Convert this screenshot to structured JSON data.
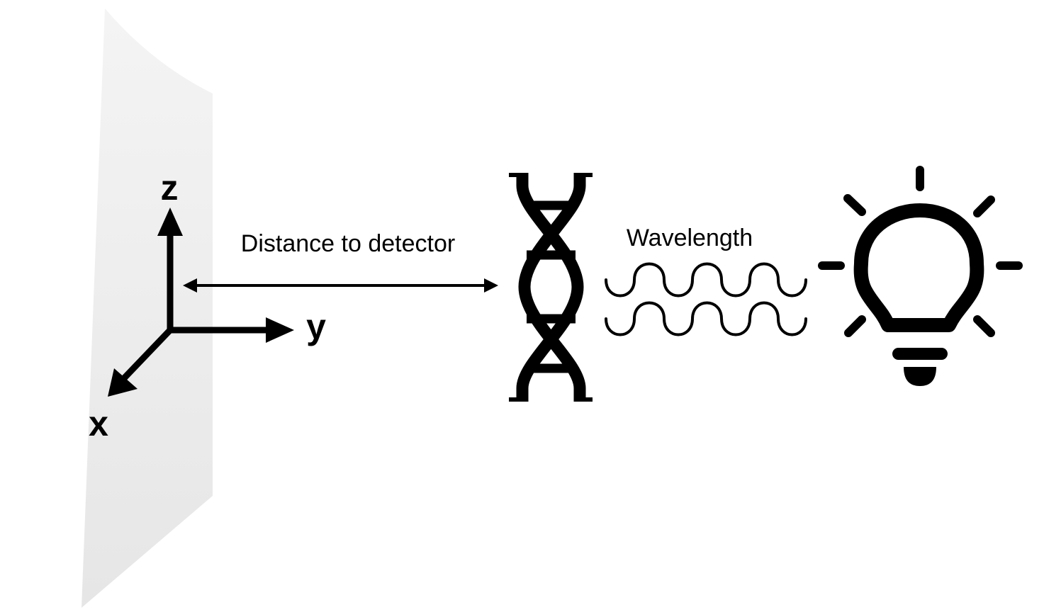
{
  "axes": {
    "z_label": "z",
    "y_label": "y",
    "x_label": "x"
  },
  "labels": {
    "distance": "Distance to detector",
    "wavelength": "Wavelength"
  },
  "icons": {
    "sample": "dna-icon",
    "source": "lightbulb-icon"
  },
  "colors": {
    "detector_light": "#f4f4f4",
    "detector_dark": "#e6e6e6",
    "ink": "#000000"
  }
}
